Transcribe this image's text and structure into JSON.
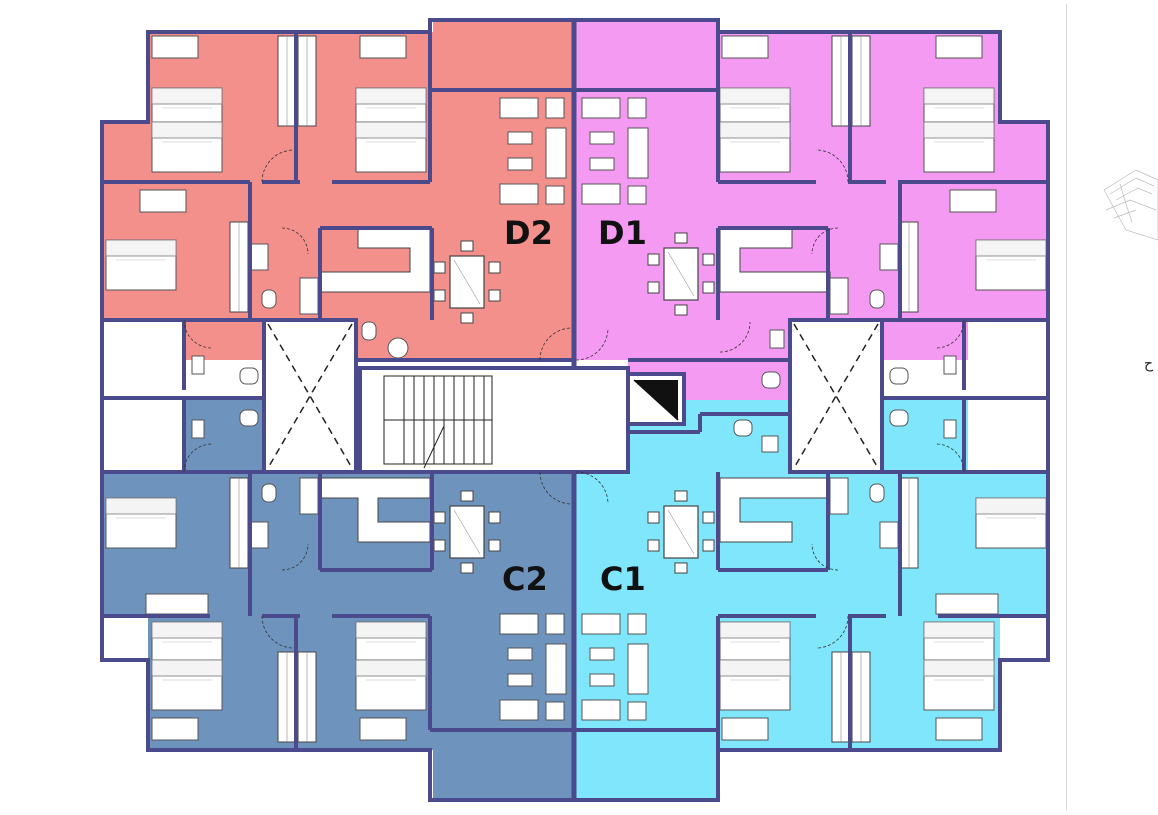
{
  "units": [
    {
      "id": "D2",
      "label": "D2",
      "color": "#f3908c"
    },
    {
      "id": "D1",
      "label": "D1",
      "color": "#f59af2"
    },
    {
      "id": "C2",
      "label": "C2",
      "color": "#6e94bd"
    },
    {
      "id": "C1",
      "label": "C1",
      "color": "#7fe6fb"
    }
  ],
  "wall_color": "#4b4a8c",
  "core_color": "#ffffff",
  "side_mark": "ح"
}
